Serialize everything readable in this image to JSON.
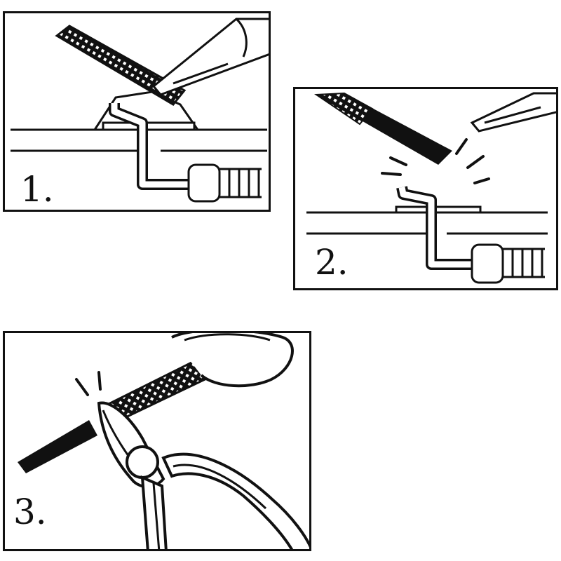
{
  "steps": [
    {
      "label": "1."
    },
    {
      "label": "2."
    },
    {
      "label": "3."
    }
  ],
  "colors": {
    "ink": "#111111",
    "paper": "#ffffff"
  }
}
